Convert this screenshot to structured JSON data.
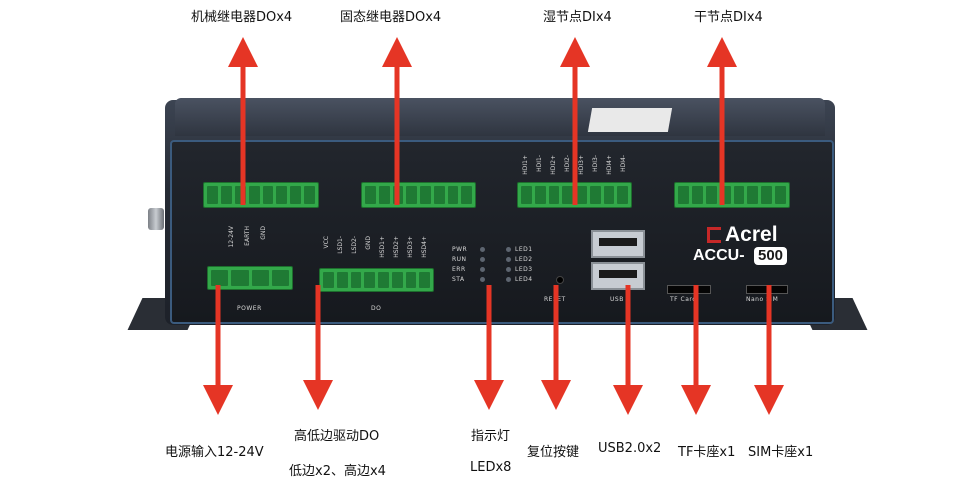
{
  "labels": {
    "relay_do": "机械继电器DOx4",
    "ssr_do": "固态继电器DOx4",
    "wet_di": "湿节点DIx4",
    "dry_di": "干节点DIx4",
    "power_in": "电源输入12-24V",
    "hl_do_1": "高低边驱动DO",
    "hl_do_2": "低边x2、高边x4",
    "indicator_1": "指示灯",
    "indicator_2": "LEDx8",
    "reset": "复位按键",
    "usb": "USB2.0x2",
    "tf": "TF卡座x1",
    "sim": "SIM卡座x1"
  },
  "device": {
    "brand": "Acrel",
    "model_prefix": "ACCU-",
    "model_number": "500",
    "silk_power": "POWER",
    "silk_do": "DO",
    "silk_reset": "RESET",
    "silk_usb": "USB",
    "silk_tf": "TF Card",
    "silk_sim": "Nano SIM",
    "power_pins": [
      "12-24V",
      "EARTH",
      "GND"
    ],
    "do_pins": [
      "VCC",
      "LSD1-",
      "LSD2-",
      "GND",
      "HSD1+",
      "HSD2+",
      "HSD3+",
      "HSD4+"
    ],
    "status_left": [
      "PWR",
      "RUN",
      "ERR",
      "STA"
    ],
    "status_right": [
      "LED1",
      "LED2",
      "LED3",
      "LED4"
    ],
    "wet_pins": [
      "HDI1+",
      "HDI1-",
      "HDI2+",
      "HDI2-",
      "HDI3+",
      "HDI3-",
      "HDI4+",
      "HDI4-"
    ]
  },
  "colors": {
    "arrow": "#e53525",
    "terminal": "#33a84a",
    "accent_border": "#3b5b7e"
  }
}
